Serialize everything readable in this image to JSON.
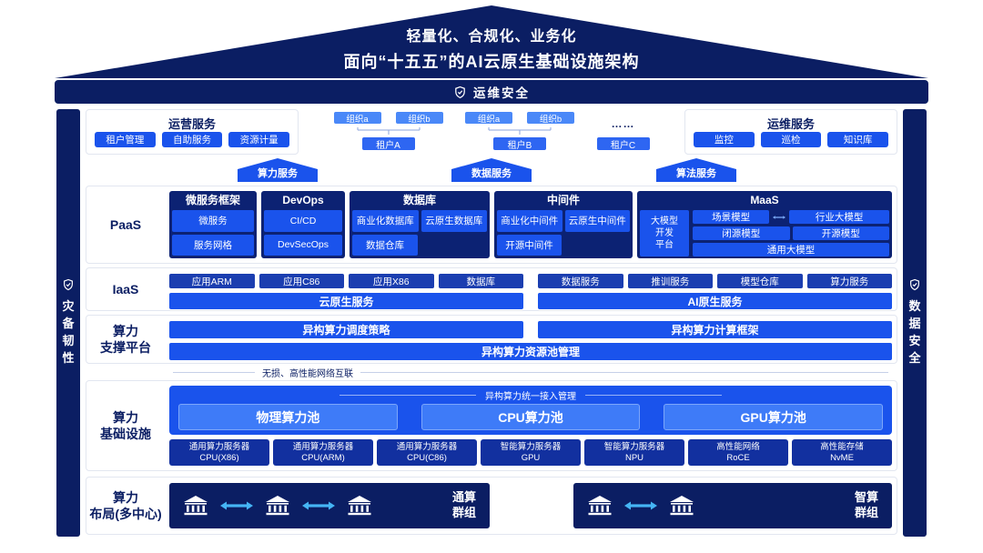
{
  "colors": {
    "navy": "#0B1E63",
    "blue": "#1A53EC",
    "light_blue": "#3E7BF8",
    "org_chip_blue": "#4A88F8",
    "iaas_chip_blue": "#1B3EB0",
    "server_chip_blue": "#12309F",
    "arrow_cyan": "#45B5F5"
  },
  "roof": {
    "line1": "轻量化、合规化、业务化",
    "line2": "面向“十五五”的AI云原生基础设施架构"
  },
  "frame": {
    "top": "运维安全",
    "left": "灾备韧性",
    "right": "数据安全"
  },
  "services_row": {
    "operation": {
      "title": "运营服务",
      "items": [
        "租户管理",
        "自助服务",
        "资源计量"
      ]
    },
    "org": {
      "g1": {
        "a": "组织a",
        "b": "组织b",
        "tenant": "租户A"
      },
      "g2": {
        "a": "组织a",
        "b": "组织b",
        "tenant": "租户B"
      },
      "g3": {
        "dots": "……",
        "tenant": "租户C"
      }
    },
    "maintenance": {
      "title": "运维服务",
      "items": [
        "监控",
        "巡检",
        "知识库"
      ]
    }
  },
  "service_arrows": [
    "算力服务",
    "数据服务",
    "算法服务"
  ],
  "paas": {
    "label": "PaaS",
    "microservice": {
      "title": "微服务框架",
      "items": [
        "微服务",
        "服务网格"
      ]
    },
    "devops": {
      "title": "DevOps",
      "items": [
        "CI/CD",
        "DevSecOps"
      ]
    },
    "database": {
      "title": "数据库",
      "items": [
        "商业化数据库",
        "云原生数据库",
        "数据仓库"
      ]
    },
    "middleware": {
      "title": "中间件",
      "items": [
        "商业化中间件",
        "云原生中间件",
        "开源中间件"
      ]
    },
    "maas": {
      "title": "MaaS",
      "platform": [
        "大模型",
        "开发",
        "平台"
      ],
      "row1": [
        "场景模型",
        "行业大模型"
      ],
      "row2": [
        "闭源模型",
        "开源模型"
      ],
      "row3": "通用大模型"
    }
  },
  "iaas": {
    "label": "IaaS",
    "left_chips": [
      "应用ARM",
      "应用C86",
      "应用X86",
      "数据库"
    ],
    "left_bar": "云原生服务",
    "right_chips": [
      "数据服务",
      "推训服务",
      "模型仓库",
      "算力服务"
    ],
    "right_bar": "AI原生服务"
  },
  "compute_platform": {
    "label1": "算力",
    "label2": "支撑平台",
    "bar1": "异构算力调度策略",
    "bar2": "异构算力计算框架",
    "bar3": "异构算力资源池管理"
  },
  "interconnect": "无损、高性能网络互联",
  "infrastructure": {
    "label1": "算力",
    "label2": "基础设施",
    "caption": "异构算力统一接入管理",
    "pools": [
      "物理算力池",
      "CPU算力池",
      "GPU算力池"
    ],
    "servers": [
      {
        "line1": "通用算力服务器",
        "line2": "CPU(X86)"
      },
      {
        "line1": "通用算力服务器",
        "line2": "CPU(ARM)"
      },
      {
        "line1": "通用算力服务器",
        "line2": "CPU(C86)"
      },
      {
        "line1": "智能算力服务器",
        "line2": "GPU"
      },
      {
        "line1": "智能算力服务器",
        "line2": "NPU"
      },
      {
        "line1": "高性能网络",
        "line2": "RoCE"
      },
      {
        "line1": "高性能存储",
        "line2": "NvME"
      }
    ]
  },
  "multi_center": {
    "label1": "算力",
    "label2": "布局(多中心)",
    "left_group": "通算群组",
    "right_group": "智算群组"
  }
}
